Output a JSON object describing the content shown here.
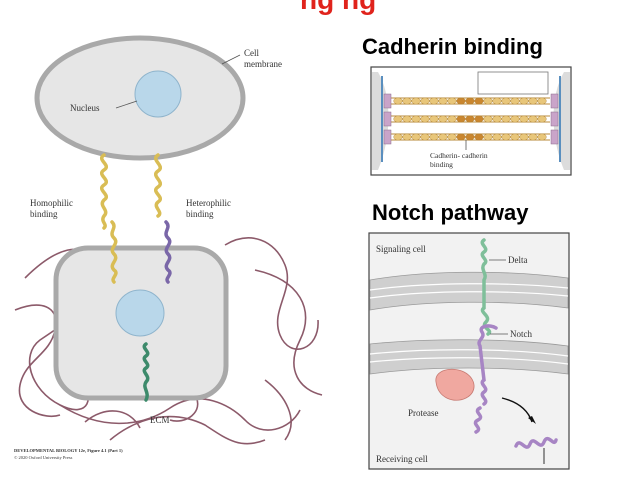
{
  "title_fragment": "ng ng",
  "left_figure": {
    "labels": {
      "cell_membrane": "Cell membrane",
      "cell_membrane_line1": "Cell",
      "cell_membrane_line2": "membrane",
      "nucleus": "Nucleus",
      "homophilic_line1": "Homophilic",
      "homophilic_line2": "binding",
      "heterophilic_line1": "Heterophilic",
      "heterophilic_line2": "binding",
      "ecm": "ECM"
    },
    "credit_line1": "DEVELOPMENTAL BIOLOGY 12e, Figure 4.1 (Part 1)",
    "credit_line2": "© 2020 Oxford University Press"
  },
  "cadherin_panel": {
    "heading": "Cadherin binding",
    "caption_line1": "Cadherin- cadherin",
    "caption_line2": "binding"
  },
  "notch_panel": {
    "heading": "Notch pathway",
    "labels": {
      "signaling_cell": "Signaling cell",
      "delta": "Delta",
      "notch": "Notch",
      "protease": "Protease",
      "receiving_cell": "Receiving cell"
    }
  },
  "colors": {
    "cell_fill": "#e6e6e6",
    "cell_outline": "#a9a9a9",
    "nucleus": "#b9d7ea",
    "homophilic_cadherin": "#d9bd55",
    "heterophilic_protein": "#7a67a8",
    "ecm_fiber": "#8c5a6a",
    "ecm_anchor": "#3d8a6b",
    "delta": "#7fbf9a",
    "notch": "#a785c4",
    "protease": "#f0a8a0",
    "title_red": "#e0231c"
  }
}
